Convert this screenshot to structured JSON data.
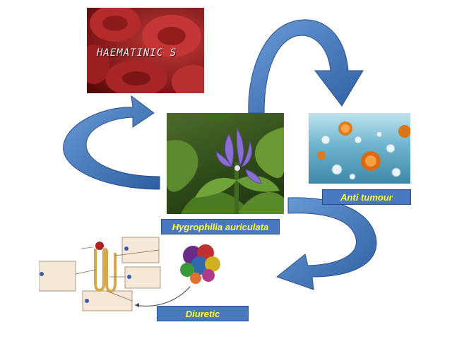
{
  "panels": {
    "blood": {
      "caption": "HAEMATINIC S",
      "icon": "red-blood-cells-image"
    },
    "plant": {
      "icon": "purple-flower-plant-image"
    },
    "tumour": {
      "icon": "tumour-cells-image"
    },
    "kidney": {
      "icon": "kidney-nephron-diagram-image"
    }
  },
  "labels": {
    "plant_name": "Hygrophilia auriculata",
    "anti_tumour": "Anti tumour",
    "diuretic": "Diuretic"
  },
  "colors": {
    "arrow": "#3a6fb5",
    "label_bg": "#4a78c0",
    "label_text": "#ffff33"
  }
}
